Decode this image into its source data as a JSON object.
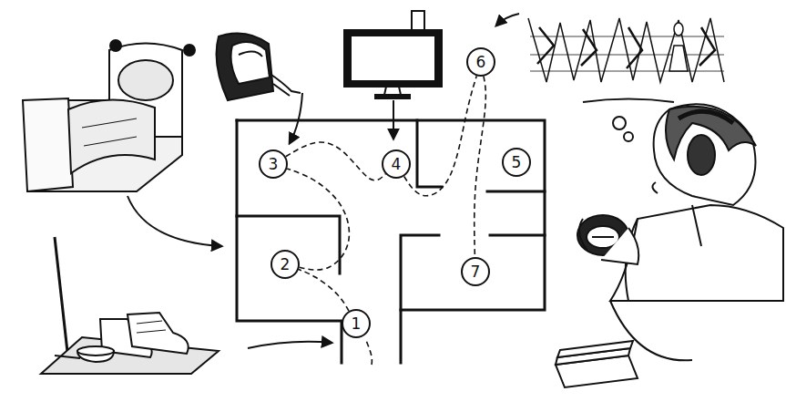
{
  "diagram": {
    "nodes": [
      {
        "text": [
          "1"
        ]
      },
      {
        "text": [
          "2"
        ]
      },
      {
        "text": [
          "3"
        ]
      },
      {
        "text": [
          "4"
        ]
      },
      {
        "text": [
          "5"
        ]
      },
      {
        "text": [
          "6"
        ]
      },
      {
        "text": [
          "7"
        ]
      }
    ],
    "edges": [
      {
        "from": 0,
        "to": 1,
        "arrow": "none"
      },
      {
        "from": 1,
        "to": 2,
        "arrow": "none"
      },
      {
        "from": 2,
        "to": 3,
        "arrow": "none"
      },
      {
        "from": 3,
        "to": 5,
        "arrow": "none"
      },
      {
        "from": 5,
        "to": 6,
        "arrow": "none"
      }
    ]
  }
}
